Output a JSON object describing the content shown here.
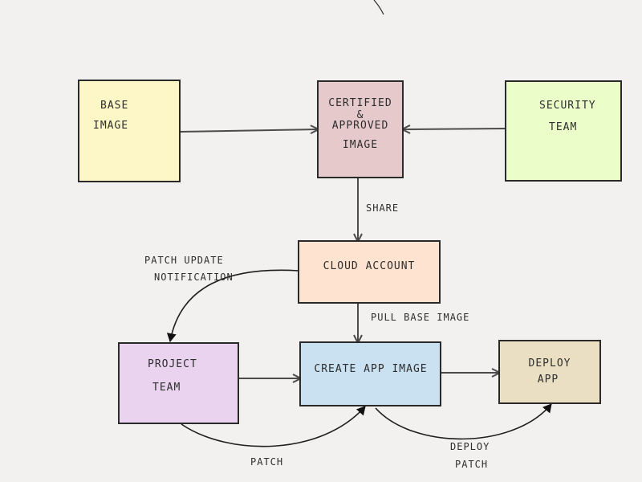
{
  "diagram": {
    "nodes": [
      {
        "id": "base_image",
        "lines": [
          "BASE",
          "IMAGE"
        ],
        "color": "#fdf6c7"
      },
      {
        "id": "certified_image",
        "lines": [
          "CERTIFIED",
          "&",
          "APPROVED",
          "IMAGE"
        ],
        "color": "#e6c9cb"
      },
      {
        "id": "security_team",
        "lines": [
          "SECURITY",
          "TEAM"
        ],
        "color": "#ebfdc9"
      },
      {
        "id": "cloud_account",
        "lines": [
          "CLOUD ACCOUNT"
        ],
        "color": "#fde3d0"
      },
      {
        "id": "project_team",
        "lines": [
          "PROJECT",
          "TEAM"
        ],
        "color": "#e9d3ee"
      },
      {
        "id": "create_app_image",
        "lines": [
          "CREATE APP IMAGE"
        ],
        "color": "#c9e1f1"
      },
      {
        "id": "deploy_app",
        "lines": [
          "DEPLOY",
          "APP"
        ],
        "color": "#eadfc2"
      }
    ],
    "edges": [
      {
        "from": "base_image",
        "to": "certified_image",
        "label": ""
      },
      {
        "from": "security_team",
        "to": "certified_image",
        "label": ""
      },
      {
        "from": "certified_image",
        "to": "cloud_account",
        "label": "SHARE"
      },
      {
        "from": "cloud_account",
        "to": "create_app_image",
        "label": "PULL BASE IMAGE"
      },
      {
        "from": "project_team",
        "to": "create_app_image",
        "label": ""
      },
      {
        "from": "create_app_image",
        "to": "deploy_app",
        "label": ""
      },
      {
        "from": "cloud_account",
        "to": "project_team",
        "label": "PATCH UPDATE NOTIFICATION"
      },
      {
        "from": "project_team",
        "to": "create_app_image",
        "label": "PATCH"
      },
      {
        "from": "create_app_image",
        "to": "deploy_app",
        "label": "DEPLOY PATCH"
      }
    ]
  }
}
